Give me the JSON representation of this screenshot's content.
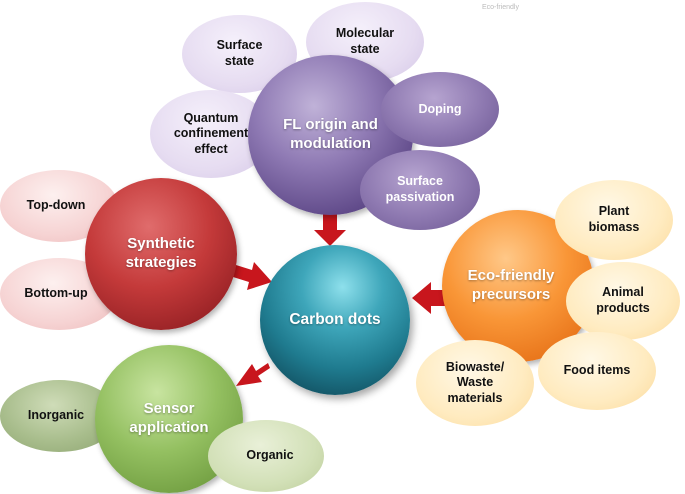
{
  "watermark": "Eco-friendly",
  "center": {
    "label": "Carbon dots"
  },
  "fl": {
    "label": "FL origin and\nmodulation",
    "petals": [
      "Surface\nstate",
      "Molecular\nstate",
      "Doping",
      "Quantum\nconfinement\neffect",
      "Surface\npassivation"
    ]
  },
  "synthetic": {
    "label": "Synthetic\nstrategies",
    "petals": [
      "Top-down",
      "Bottom-up"
    ]
  },
  "eco": {
    "label": "Eco-friendly\nprecursors",
    "petals": [
      "Plant\nbiomass",
      "Animal\nproducts",
      "Food items",
      "Biowaste/\nWaste\nmaterials"
    ]
  },
  "sensor": {
    "label": "Sensor\napplication",
    "petals": [
      "Inorganic",
      "Organic"
    ]
  },
  "colors": {
    "arrow": "#c8161d",
    "fl": "#7a64a6",
    "synthetic": "#b7282e",
    "carbon_dots": "#1f7b8f",
    "eco": "#f28a2c",
    "sensor": "#86b04f"
  }
}
